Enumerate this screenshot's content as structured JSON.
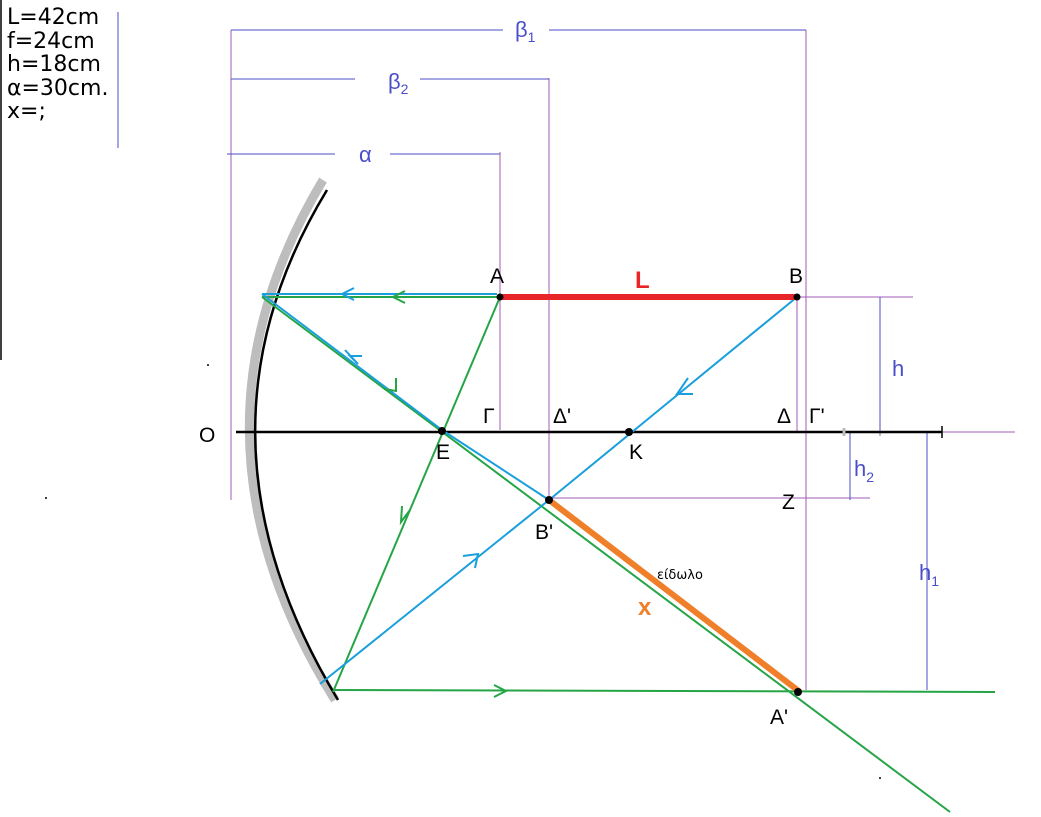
{
  "given": [
    "L=42cm",
    "f=24cm",
    "h=18cm",
    "α=30cm.",
    "x=;"
  ],
  "points": {
    "A": "A",
    "B": "B",
    "O": "O",
    "E": "E",
    "K": "K",
    "gamma": "Γ",
    "delta_prime": "Δ'",
    "delta": "Δ",
    "gamma_prime": "Γ'",
    "b_prime": "B'",
    "a_prime": "A'",
    "z": "Z"
  },
  "dimensions": {
    "beta1": "β",
    "beta1_sub": "1",
    "beta2": "β",
    "beta2_sub": "2",
    "alpha": "α",
    "h": "h",
    "h1": "h",
    "h1_sub": "1",
    "h2": "h",
    "h2_sub": "2"
  },
  "segments": {
    "object_label": "L",
    "image_label": "x",
    "image_caption": "είδωλο"
  },
  "colors": {
    "object": "#e8262a",
    "image": "#f07f2a",
    "ray_green": "#25a545",
    "ray_blue": "#1a9fdc",
    "dimension": "#4a4fc9",
    "guide": "#a35bb8",
    "axis": "#000000",
    "mirror": "#000000",
    "mirror_shadow": "#bdbdbd"
  }
}
